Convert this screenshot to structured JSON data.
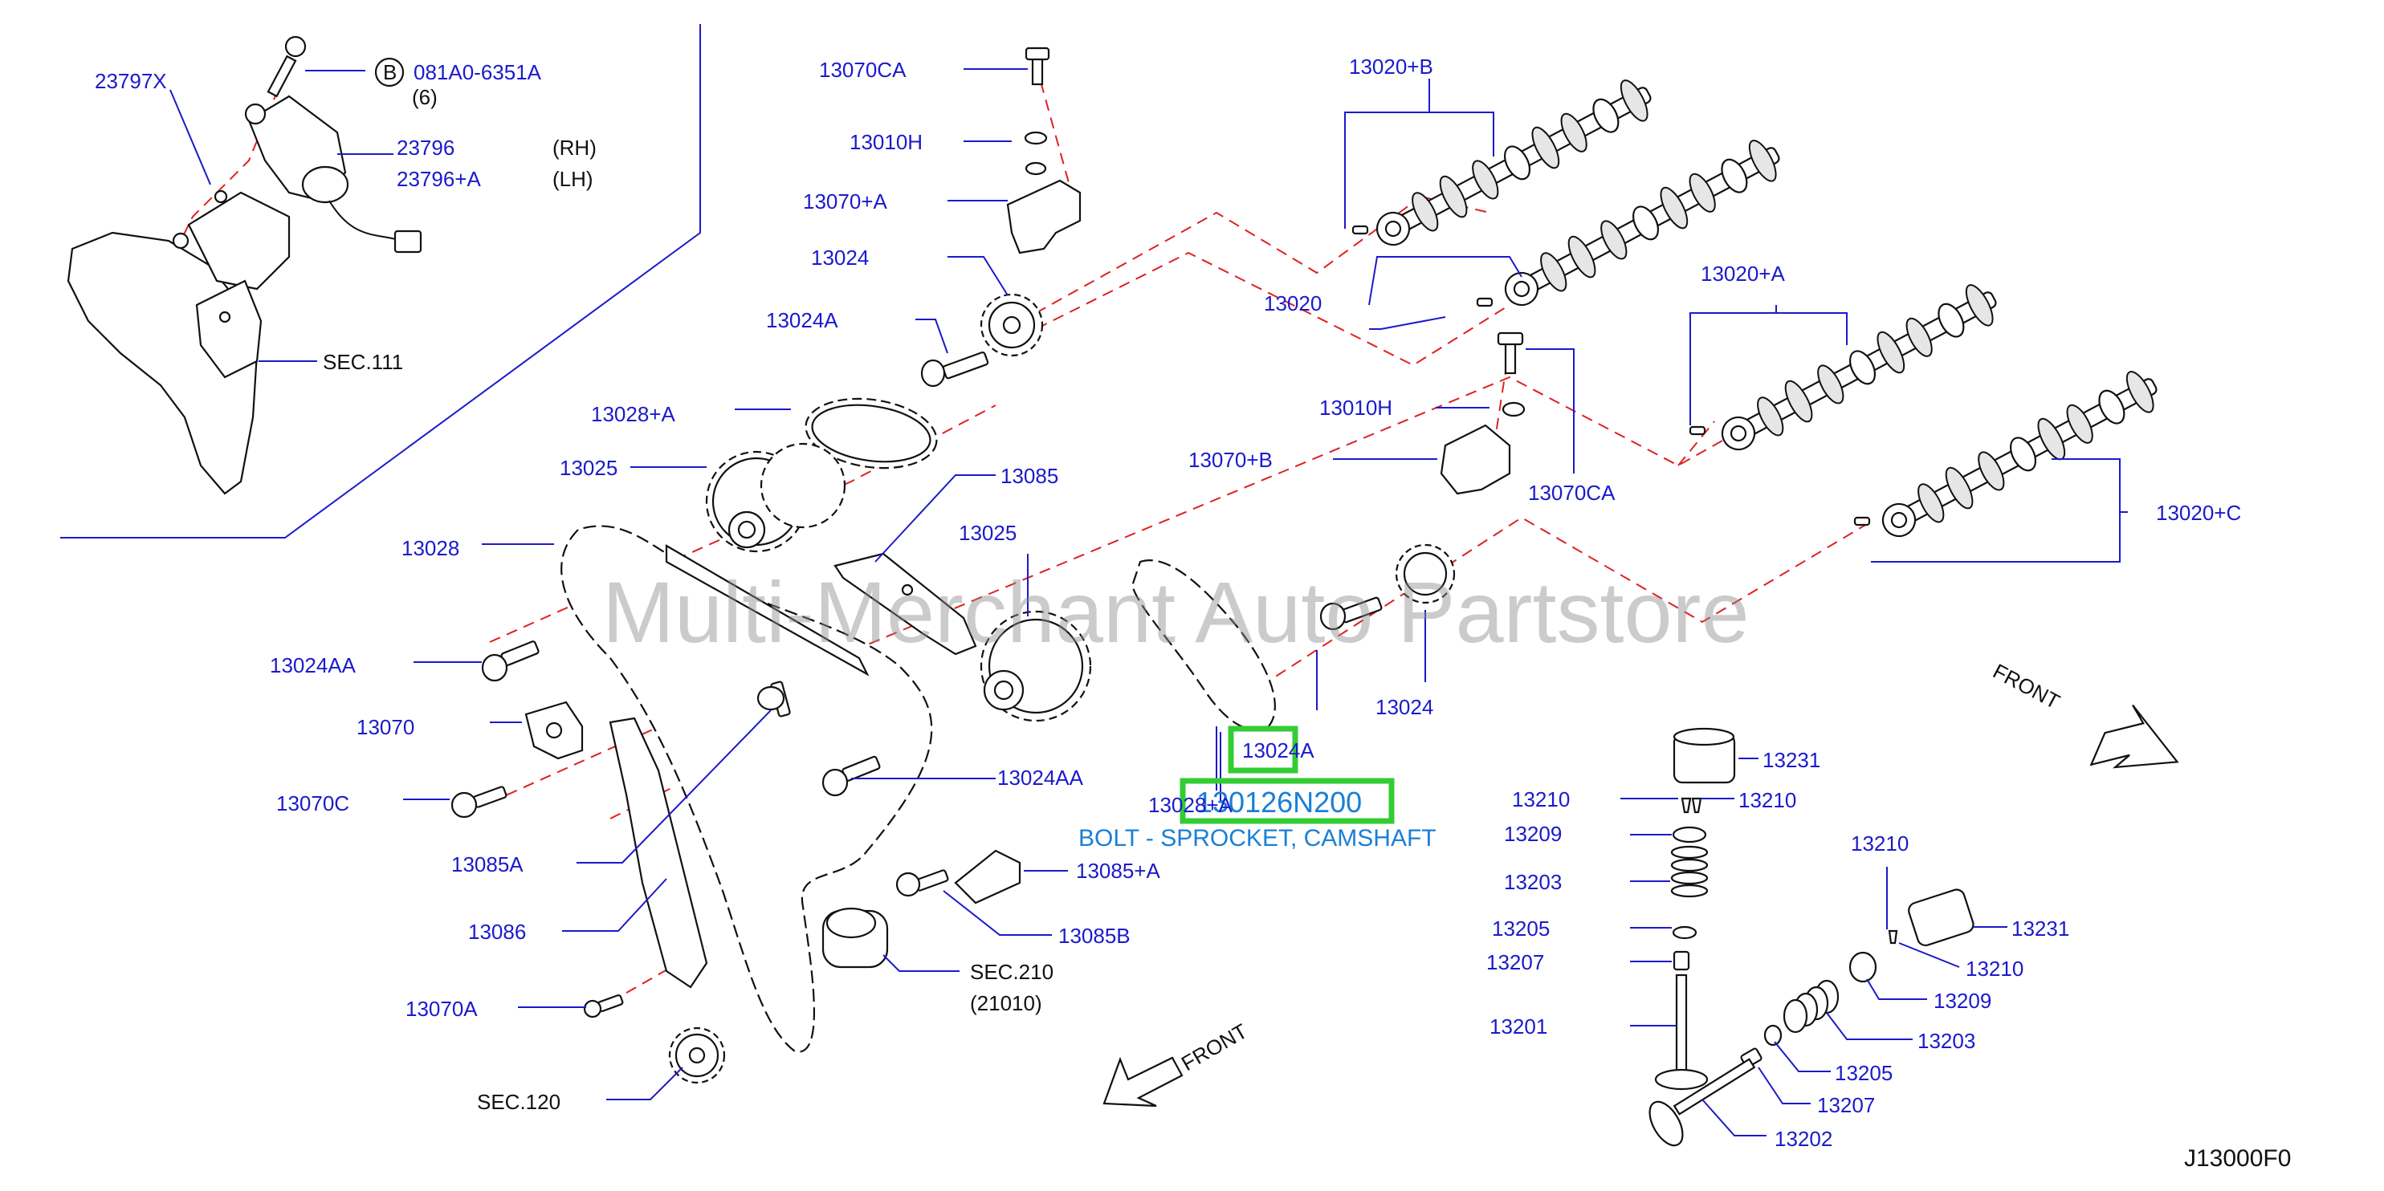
{
  "diagram": {
    "watermark": "Multi-Merchant Auto Partstore",
    "diagram_code": "J13000F0",
    "front_label_right": "FRONT",
    "front_label_left": "FRONT",
    "highlight": {
      "part_number": "130126N200",
      "part_ref": "13024A",
      "description": "BOLT - SPROCKET, CAMSHAFT",
      "color": "#33cc33"
    },
    "callouts": {
      "p23797X": "23797X",
      "circleB": "B",
      "p081A0": "081A0-6351A",
      "q6": "(6)",
      "p23796": "23796",
      "rh": "(RH)",
      "p23796A": "23796+A",
      "lh": "(LH)",
      "sec111": "SEC.111",
      "p13070CA_top": "13070CA",
      "p13010H_top": "13010H",
      "p13070A_top": "13070+A",
      "p13024_top": "13024",
      "p13024A_top": "13024A",
      "p13028A_top": "13028+A",
      "p13025_left": "13025",
      "p13085": "13085",
      "p13025_mid": "13025",
      "p13028": "13028",
      "p13024AA_left": "13024AA",
      "p13070": "13070",
      "p13070C": "13070C",
      "p13024AA_mid": "13024AA",
      "p13085A": "13085A",
      "p13086": "13086",
      "p13070A_bottom": "13070A",
      "sec120": "SEC.120",
      "p13085plusA": "13085+A",
      "p13085B": "13085B",
      "sec210": "SEC.210",
      "q21010": "(21010)",
      "p13028A_bottom": "13028+A",
      "p13020B": "13020+B",
      "p13020": "13020",
      "p13020A": "13020+A",
      "p13010H_mid": "13010H",
      "p13070B": "13070+B",
      "p13070CA_mid": "13070CA",
      "p13020C": "13020+C",
      "p13024_mid": "13024",
      "p13231_top": "13231",
      "p13210_a": "13210",
      "p13210_b": "13210",
      "p13209_a": "13209",
      "p13203_a": "13203",
      "p13205_a": "13205",
      "p13207_a": "13207",
      "p13201": "13201",
      "p13210_c": "13210",
      "p13231_b": "13231",
      "p13210_d": "13210",
      "p13209_b": "13209",
      "p13203_b": "13203",
      "p13205_b": "13205",
      "p13207_b": "13207",
      "p13202": "13202"
    }
  }
}
